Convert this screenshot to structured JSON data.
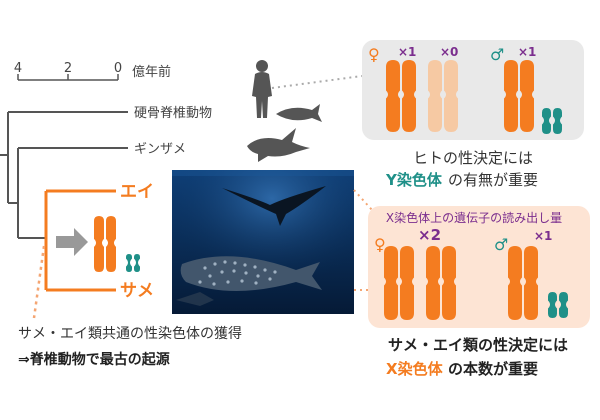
{
  "timescale": {
    "ticks": [
      "4",
      "2",
      "0"
    ],
    "unit": "億年前"
  },
  "tree": {
    "leaves": [
      "硬骨脊椎動物",
      "ギンザメ",
      "エイ",
      "サメ"
    ]
  },
  "human_panel": {
    "female_count": "×1",
    "female_count2": "×0",
    "male_count": "×1",
    "caption_line1": "ヒトの性決定には",
    "caption_line2_highlight": "Y染色体",
    "caption_line2_rest": "の有無が重要"
  },
  "fish_panel": {
    "note": "X染色体上の遺伝子の読み出し量",
    "female_count": "×2",
    "male_count": "×1",
    "caption_line1": "サメ・エイ類の性決定には",
    "caption_line2_highlight": "X染色体",
    "caption_line2_rest": "の本数が重要"
  },
  "bottom_left": {
    "line1": "サメ・エイ類共通の性染色体の獲得",
    "line2": "⇒脊椎動物で最古の起源"
  },
  "colors": {
    "orange": "#f47c20",
    "light_orange": "#f6c9a3",
    "teal": "#1f9088",
    "panel_gray": "#e9e9e9",
    "panel_peach": "#fde4d4",
    "purple": "#7b2e8e",
    "tree_gray": "#555555"
  },
  "symbols": {
    "female": "♀",
    "male": "♂"
  }
}
